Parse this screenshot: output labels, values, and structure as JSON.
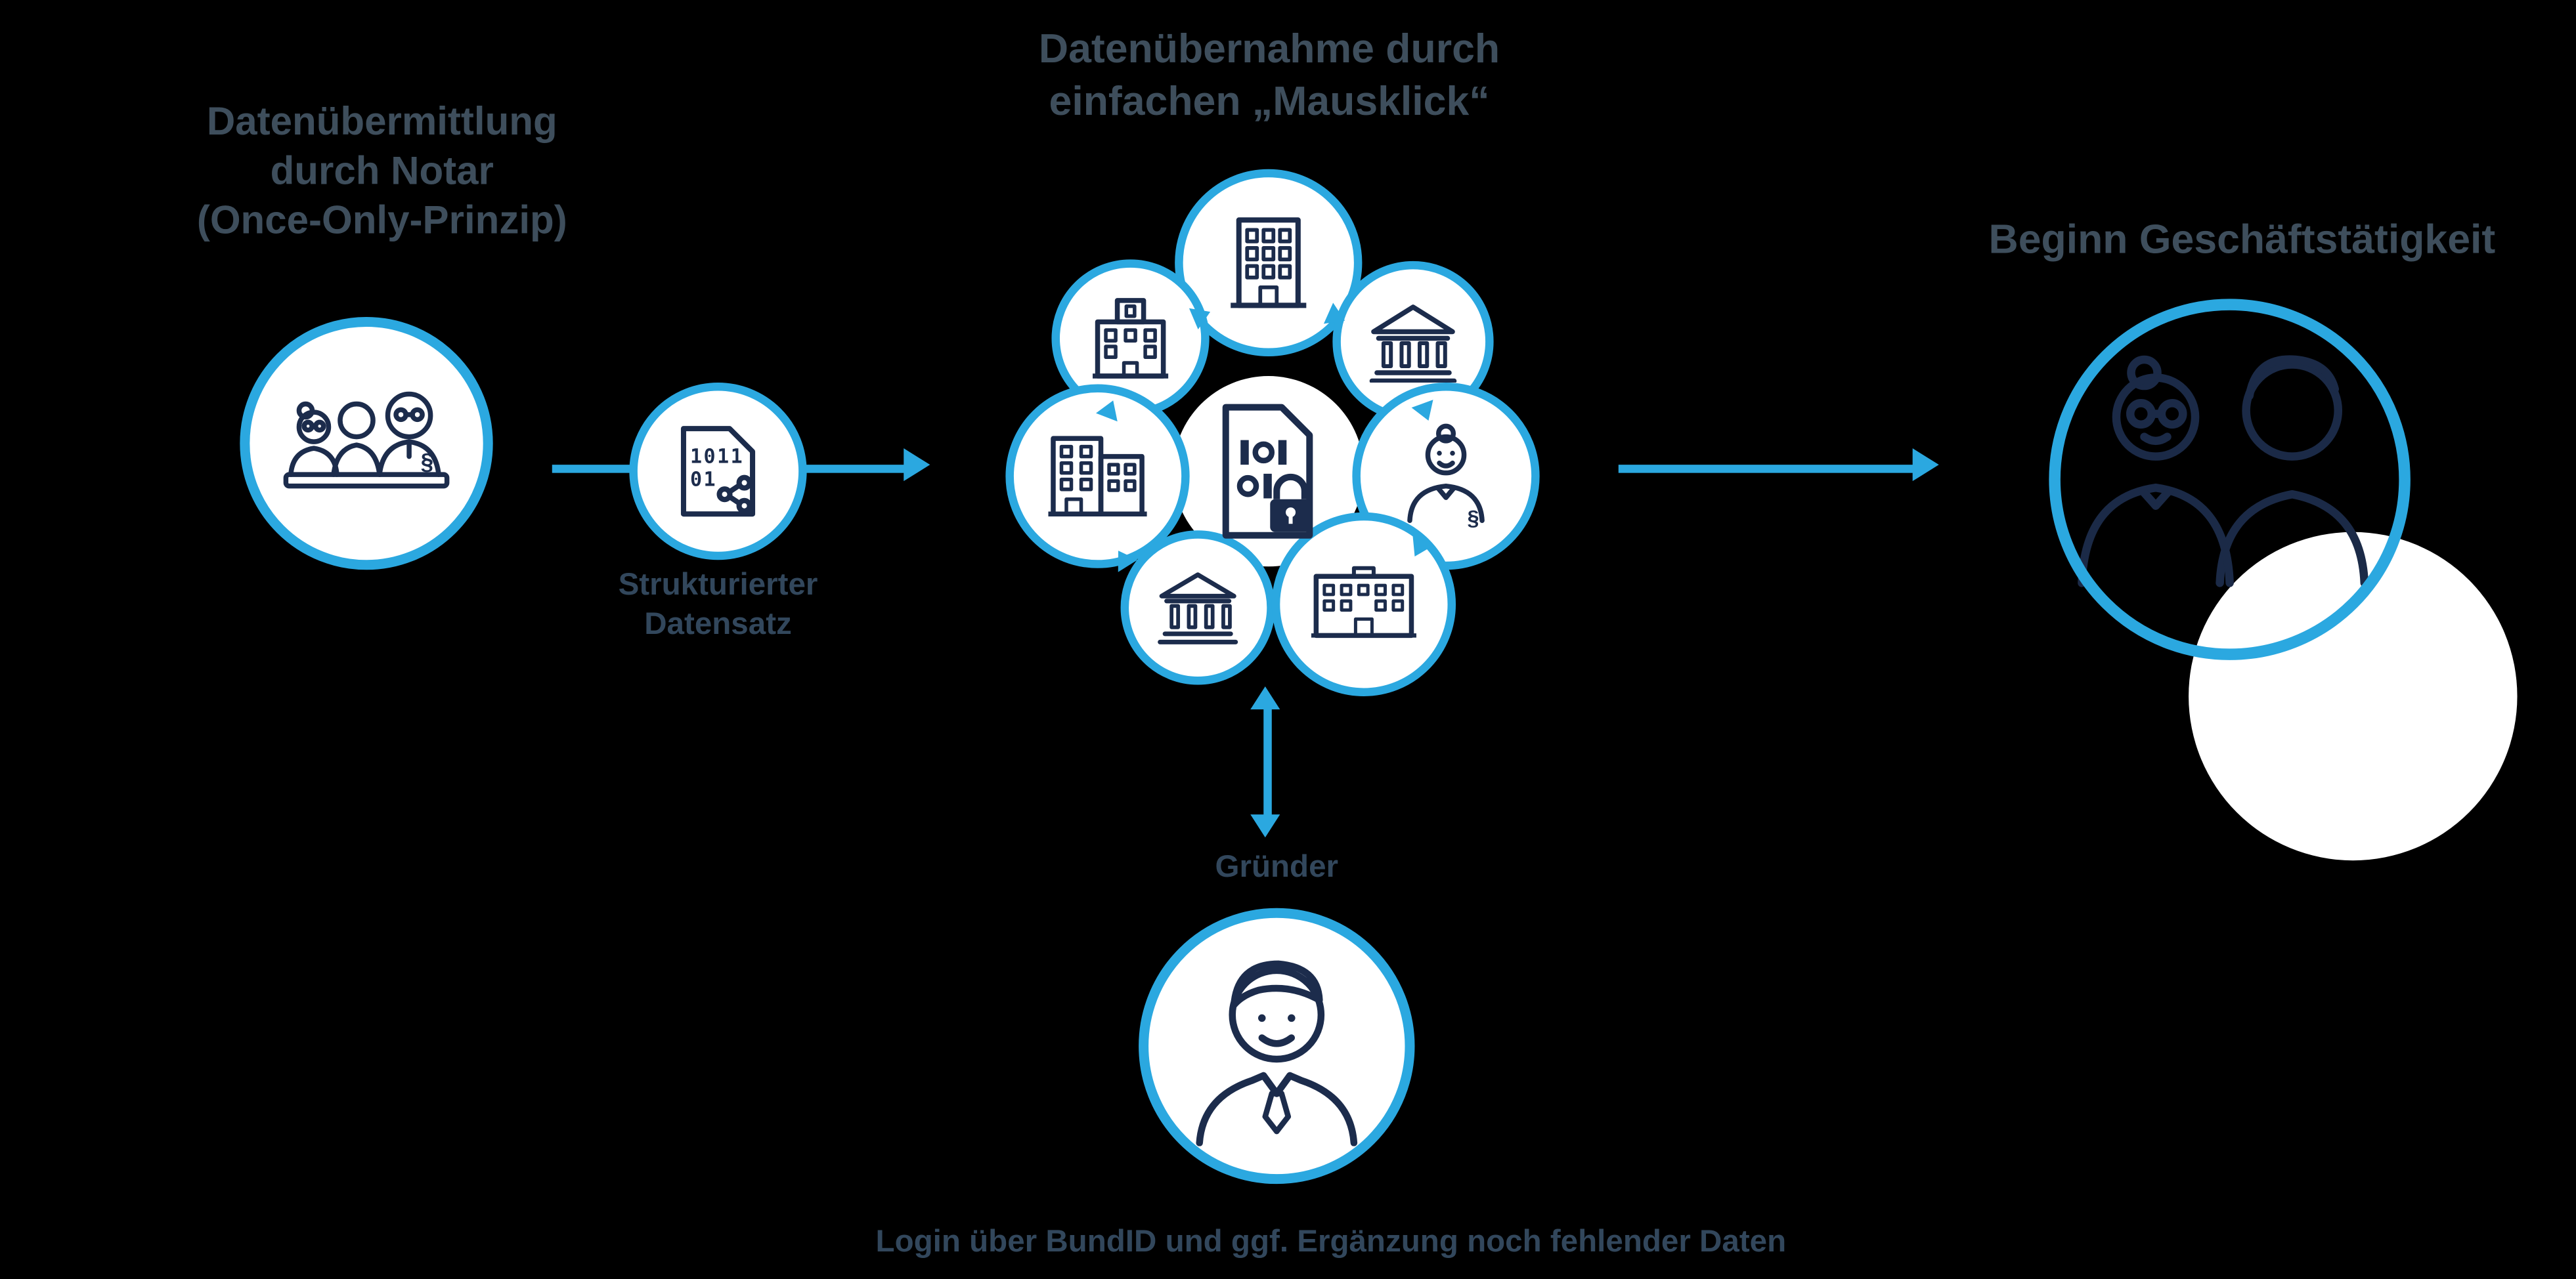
{
  "colors": {
    "background": "#000000",
    "accent": "#2BA8E0",
    "heading_text": "#3E4E5C",
    "label_text": "#32475C",
    "icon_ink": "#1C2C4C",
    "circle_fill": "#FFFFFF"
  },
  "headings": {
    "left": {
      "lines": [
        "Datenübermittlung",
        "durch Notar",
        "(Once-Only-Prinzip)"
      ]
    },
    "center": {
      "lines": [
        "Datenübernahme durch",
        "einfachen „Mausklick“"
      ]
    },
    "right": "Beginn Geschäftstätigkeit"
  },
  "labels": {
    "dataset": {
      "lines": [
        "Strukturierter",
        "Datensatz"
      ]
    },
    "founder": "Gründer",
    "footnote": "Login über BundID und ggf. Ergänzung noch fehlender Daten"
  },
  "glyphs": {
    "section_sign": "§",
    "binary_row1": "1011",
    "binary_row2": "01"
  },
  "nodes": {
    "notary": "notary-group-icon",
    "dataset": "structured-data-icon",
    "cluster_center": "locked-data-icon",
    "cluster_institutions": [
      "city-hall-icon",
      "office-building-icon",
      "bank-icon",
      "notary-clerk-icon",
      "administration-building-icon",
      "courthouse-icon",
      "apartment-building-icon"
    ],
    "founder": "founder-icon",
    "result": "business-couple-icon"
  }
}
